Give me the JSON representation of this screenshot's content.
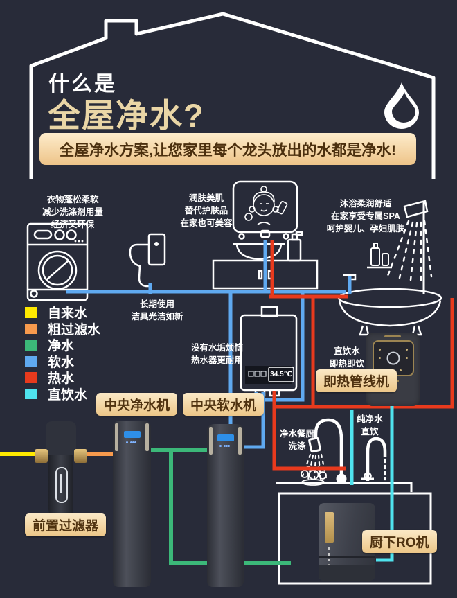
{
  "header": {
    "title_line1": "什么是",
    "title_line2": "全屋净水?",
    "banner": "全屋净水方案,让您家里每个龙头放出的水都是净水!"
  },
  "legend": {
    "items": [
      {
        "label": "自来水",
        "color": "#ffe900"
      },
      {
        "label": "粗过滤水",
        "color": "#f79a4d"
      },
      {
        "label": "净水",
        "color": "#3cb879"
      },
      {
        "label": "软水",
        "color": "#5fa9f0"
      },
      {
        "label": "热水",
        "color": "#e83a1d"
      },
      {
        "label": "直饮水",
        "color": "#4fe3ee"
      }
    ]
  },
  "notes": {
    "washer": [
      "衣物蓬松柔软",
      "减少洗涤剂用量",
      "经济又环保"
    ],
    "toilet": [
      "长期使用",
      "洁具光洁如新"
    ],
    "mirror": [
      "润肤美肌",
      "替代护肤品",
      "在家也可美容"
    ],
    "shower": [
      "沐浴柔润舒适",
      "在家享受专属SPA",
      "呵护婴儿、孕妇肌肤"
    ],
    "heater": [
      "没有水垢烦恼",
      "热水器更耐用"
    ],
    "dispenser": [
      "直饮水",
      "即热即饮"
    ],
    "kitchen": [
      "净水餐厨",
      "洗涤"
    ],
    "pure": [
      "纯净水",
      "直饮"
    ]
  },
  "badges": {
    "purifier": "中央净水机",
    "softener": "中央软水机",
    "prefilter": "前置过滤器",
    "dispenser": "即热管线机",
    "ro": "厨下RO机"
  },
  "heater": {
    "display": "34.5℃"
  }
}
